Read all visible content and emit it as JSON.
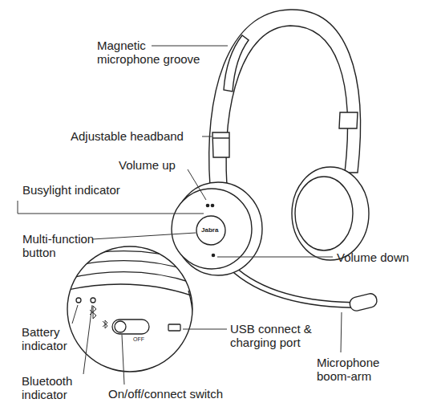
{
  "diagram": {
    "labels": [
      "Magnetic microphone groove",
      "Adjustable headband",
      "Volume up",
      "Busylight indicator",
      "Jabra",
      "Multi-function button",
      "Volume down",
      "OFF",
      "USB connect & charging port",
      "Battery indicator",
      "Bluetooth indicator",
      "Microphone boom-arm",
      "On/off/connect switch"
    ]
  }
}
